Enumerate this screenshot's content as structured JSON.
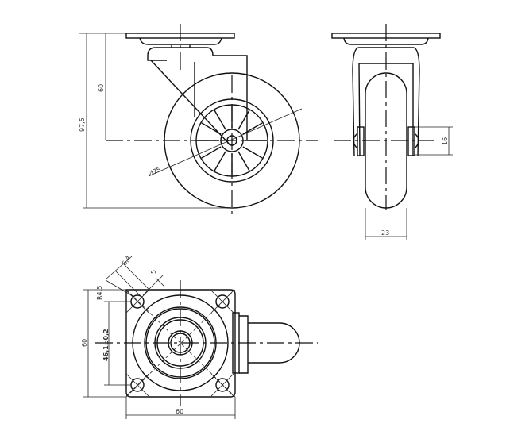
{
  "title": "Swivel caster technical drawing",
  "side_view": {
    "overall_height": "97,5",
    "axle_height": "60",
    "wheel_diameter": "Ø75"
  },
  "front_view": {
    "axle_boss": "16",
    "wheel_width": "23"
  },
  "top_view": {
    "slot_width": "6,4",
    "slot_length": "5",
    "hole_radius": "R4,5",
    "hole_spacing": "46,1±0,2",
    "plate_height": "60",
    "plate_width": "60"
  }
}
